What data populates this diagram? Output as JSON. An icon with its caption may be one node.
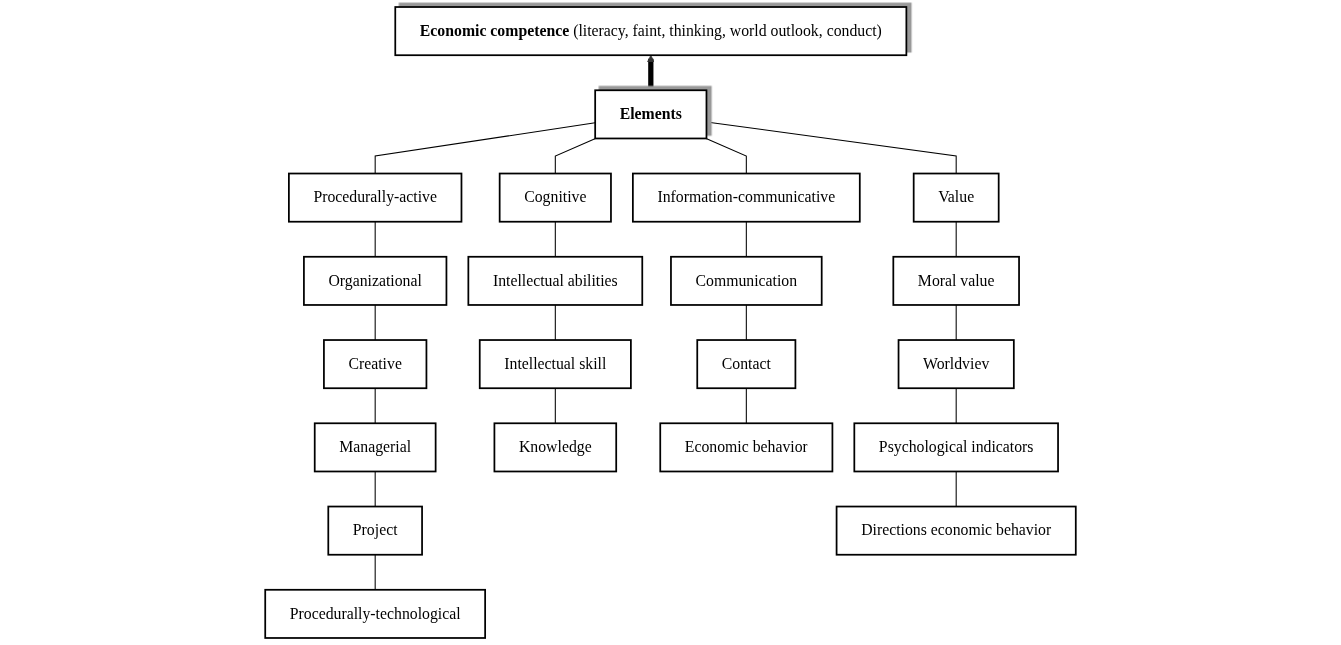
{
  "diagram": {
    "nodes": [
      {
        "text": [
          "**Economic competence** (literacy, faint, thinking, world outlook, conduct)"
        ]
      },
      {
        "text": [
          "Elements"
        ]
      },
      {
        "text": [
          "Procedurally-active"
        ]
      },
      {
        "text": [
          "Organizational"
        ]
      },
      {
        "text": [
          "Creative"
        ]
      },
      {
        "text": [
          "Managerial"
        ]
      },
      {
        "text": [
          "Project"
        ]
      },
      {
        "text": [
          "Procedurally-technological"
        ]
      },
      {
        "text": [
          "Cognitive"
        ]
      },
      {
        "text": [
          "Intellectual abilities"
        ]
      },
      {
        "text": [
          "Intellectual skill"
        ]
      },
      {
        "text": [
          "Knowledge"
        ]
      },
      {
        "text": [
          "Information-communicative"
        ]
      },
      {
        "text": [
          "Communication"
        ]
      },
      {
        "text": [
          "Contact"
        ]
      },
      {
        "text": [
          "Economic behavior"
        ]
      },
      {
        "text": [
          "Value"
        ]
      },
      {
        "text": [
          "Moral value"
        ]
      },
      {
        "text": [
          "Worldviev"
        ]
      },
      {
        "text": [
          "Psychological indicators"
        ]
      },
      {
        "text": [
          "Directions economic behavior"
        ]
      }
    ],
    "edges": [
      {
        "from": 1,
        "to": 0,
        "arrow": "to",
        "style": "thick"
      },
      {
        "from": 1,
        "to": 2,
        "arrow": "none"
      },
      {
        "from": 2,
        "to": 3,
        "arrow": "none"
      },
      {
        "from": 3,
        "to": 4,
        "arrow": "none"
      },
      {
        "from": 4,
        "to": 5,
        "arrow": "none"
      },
      {
        "from": 5,
        "to": 6,
        "arrow": "none"
      },
      {
        "from": 6,
        "to": 7,
        "arrow": "none"
      },
      {
        "from": 1,
        "to": 8,
        "arrow": "none"
      },
      {
        "from": 8,
        "to": 9,
        "arrow": "none"
      },
      {
        "from": 9,
        "to": 10,
        "arrow": "none"
      },
      {
        "from": 10,
        "to": 11,
        "arrow": "none"
      },
      {
        "from": 1,
        "to": 12,
        "arrow": "none"
      },
      {
        "from": 12,
        "to": 13,
        "arrow": "none"
      },
      {
        "from": 13,
        "to": 14,
        "arrow": "none"
      },
      {
        "from": 14,
        "to": 15,
        "arrow": "none"
      },
      {
        "from": 1,
        "to": 16,
        "arrow": "none"
      },
      {
        "from": 16,
        "to": 17,
        "arrow": "none"
      },
      {
        "from": 17,
        "to": 18,
        "arrow": "none"
      },
      {
        "from": 18,
        "to": 19,
        "arrow": "none"
      },
      {
        "from": 19,
        "to": 20,
        "arrow": "none"
      }
    ]
  }
}
